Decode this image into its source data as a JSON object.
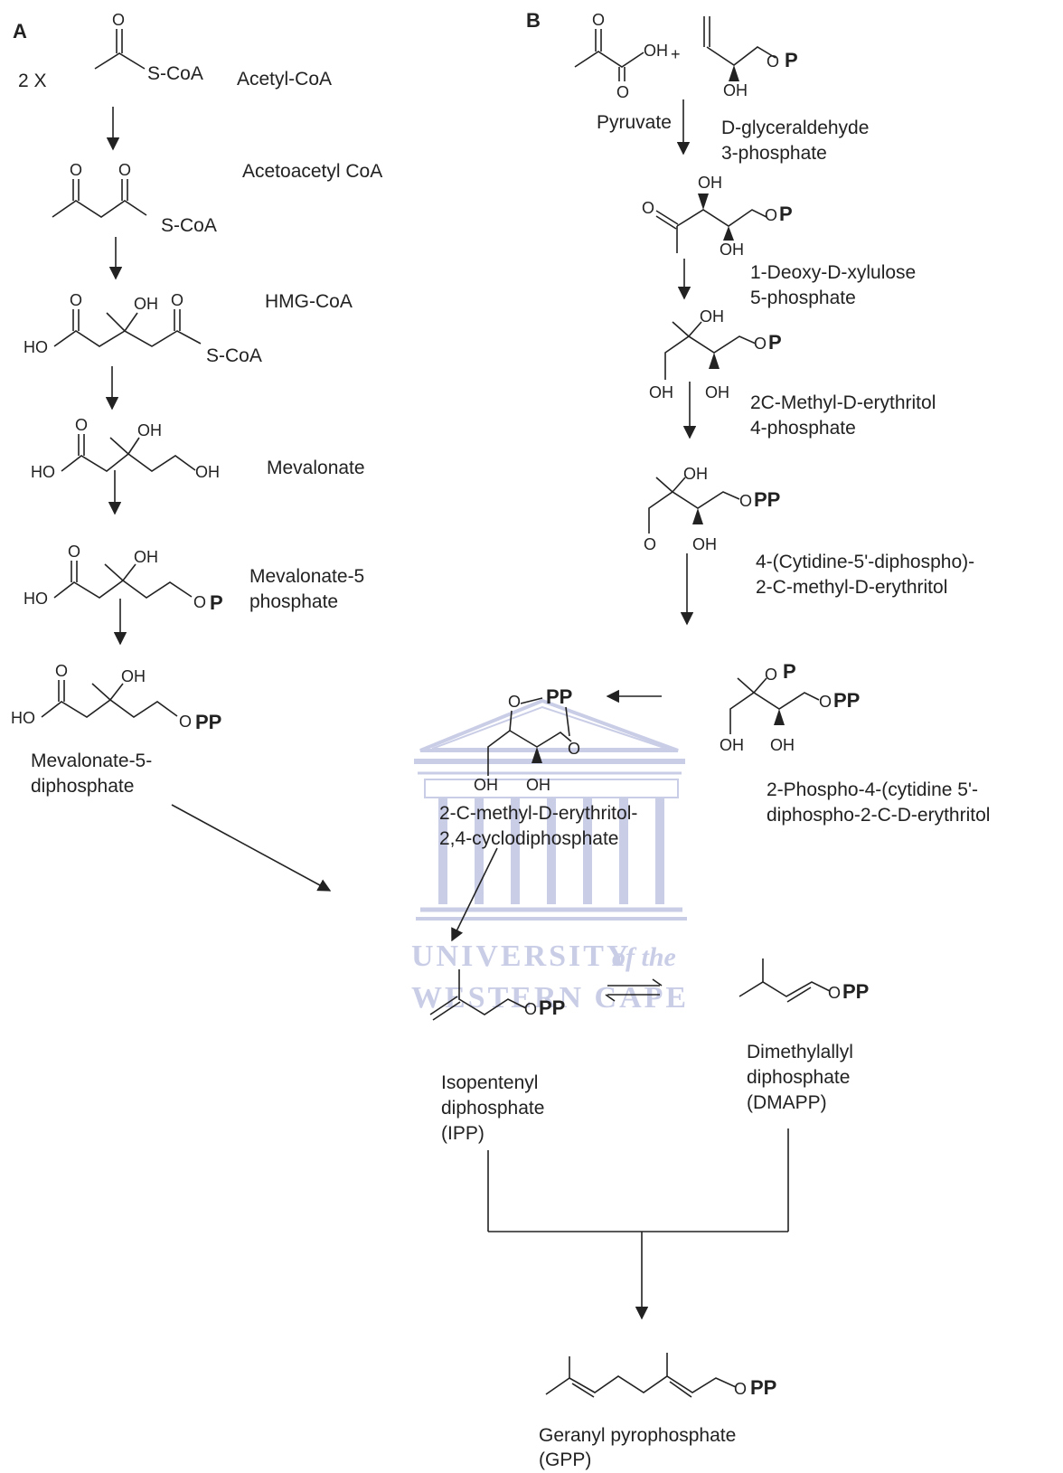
{
  "panels": {
    "a": "A",
    "b": "B"
  },
  "atoms": {
    "O": "O",
    "OH": "OH",
    "HO": "HO",
    "SCoA": "S-CoA",
    "P": "P",
    "PP": "PP",
    "two_x": "2 X",
    "plus": "+"
  },
  "watermark": {
    "line1": "UNIVERSITY",
    "of_the": "of the",
    "line2": "WESTERN CAPE"
  },
  "mva": {
    "acetyl": "Acetyl-CoA",
    "acetoacetyl": "Acetoacetyl CoA",
    "hmg": "HMG-CoA",
    "mevalonate": "Mevalonate",
    "mev5p": [
      "Mevalonate-5",
      "phosphate"
    ],
    "mev5pp": [
      "Mevalonate-5-",
      "diphosphate"
    ]
  },
  "mep": {
    "pyruvate": "Pyruvate",
    "g3p": [
      "D-glyceraldehyde",
      "3-phosphate"
    ],
    "dxp": [
      "1-Deoxy-D-xylulose",
      "5-phosphate"
    ],
    "mep": [
      "2C-Methyl-D-erythritol",
      "4-phosphate"
    ],
    "cdpme": [
      "4-(Cytidine-5'-diphospho)-",
      "2-C-methyl-D-erythritol"
    ],
    "cdpmep": [
      "2-Phospho-4-(cytidine 5'-",
      "diphospho-2-C-D-erythritol"
    ],
    "mecpp": [
      "2-C-methyl-D-erythritol-",
      "2,4-cyclodiphosphate"
    ]
  },
  "products": {
    "ipp": [
      "Isopentenyl",
      "diphosphate",
      "(IPP)"
    ],
    "dmapp": [
      "Dimethylallyl",
      "diphosphate",
      "(DMAPP)"
    ],
    "gpp": [
      "Geranyl pyrophosphate",
      "(GPP)"
    ]
  }
}
